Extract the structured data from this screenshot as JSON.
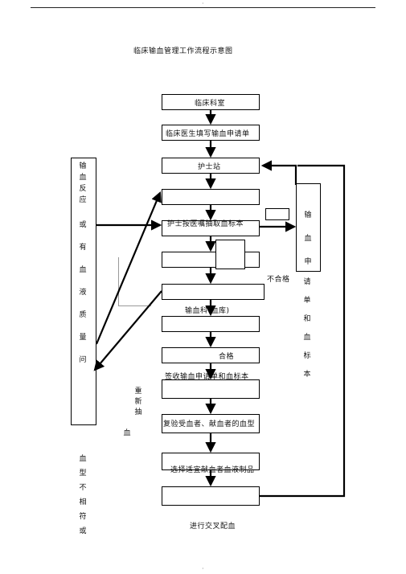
{
  "title": "临床输血管理工作流程示意图",
  "steps": {
    "s1": "临床科室",
    "s2": "临床医生填写输血申请单",
    "s3": "护士站",
    "s5": "护士按医嘱抽取血标本",
    "s8": "输血科(血库)",
    "s10": "合格",
    "s11": "签收输血申请单和血标本",
    "s13": "复验受血者、献血者的血型",
    "s15": "选择适宜献血者血液制品",
    "s17": "进行交叉配血"
  },
  "labels": {
    "unqualified": "不合格",
    "left_vertical_top": [
      "输",
      "血",
      "反",
      "应"
    ],
    "left_vertical_chars": [
      "或",
      "有",
      "血",
      "液",
      "质",
      "量",
      "问"
    ],
    "left_vertical_bottom": [
      "血",
      "型",
      "不",
      "相",
      "符",
      "或"
    ],
    "redraw": [
      "重",
      "新",
      "抽",
      "血"
    ],
    "right_vertical_top": [
      "输",
      "血",
      "申"
    ],
    "right_vertical_bottom": [
      "请",
      "单",
      "和",
      "血",
      "标",
      "本"
    ]
  }
}
